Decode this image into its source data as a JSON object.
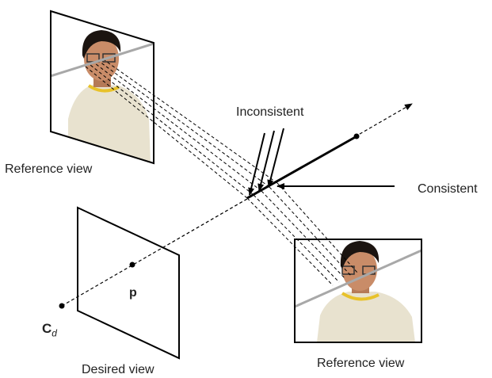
{
  "labels": {
    "reference_view_top": "Reference view",
    "inconsistent": "Inconsistent",
    "consistent": "Consistent",
    "point_p": "p",
    "camera_c": "C",
    "camera_sub": "d",
    "desired_view": "Desired view",
    "reference_view_bottom": "Reference view"
  },
  "colors": {
    "line": "#000000",
    "epipolar_line": "#a8a8a8",
    "skin": "#c98c68",
    "hair": "#1b1410",
    "shirt": "#e8e2cf",
    "collar": "#e8c22a"
  }
}
